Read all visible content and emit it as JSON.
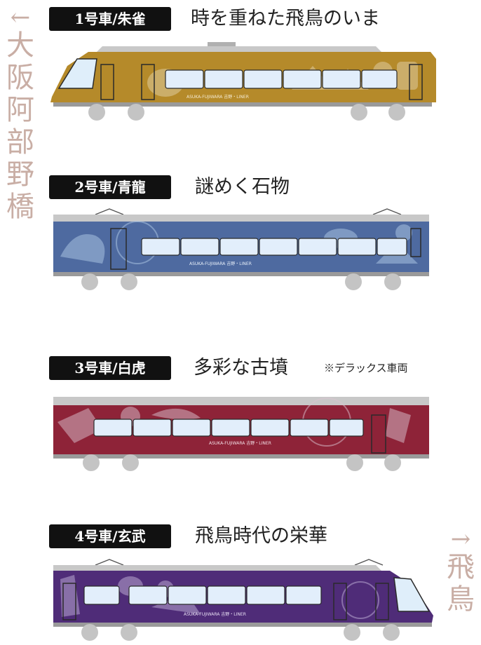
{
  "left_label": {
    "arrow": "←",
    "chars": [
      "大",
      "阪",
      "阿",
      "部",
      "野",
      "橋"
    ]
  },
  "right_label": {
    "arrow": "→",
    "chars": [
      "飛",
      "鳥"
    ]
  },
  "cars": [
    {
      "badge": "1号車/朱雀",
      "theme": "時を重ねた飛鳥のいま",
      "note": "",
      "body_color": "#b58a2a",
      "side_text": "ASUKA-FUJIWARA 吉野・LINER"
    },
    {
      "badge": "2号車/青龍",
      "theme": "謎めく石物",
      "note": "",
      "body_color": "#4e6aa0",
      "side_text": "ASUKA-FUJIWARA 吉野・LINER"
    },
    {
      "badge": "3号車/白虎",
      "theme": "多彩な古墳",
      "note": "※デラックス車両",
      "body_color": "#8e2338",
      "side_text": "ASUKA-FUJIWARA 吉野・LINER"
    },
    {
      "badge": "4号車/玄武",
      "theme": "飛鳥時代の栄華",
      "note": "",
      "body_color": "#4f2c78",
      "side_text": "ASUKA-FUJIWARA 吉野・LINER"
    }
  ]
}
